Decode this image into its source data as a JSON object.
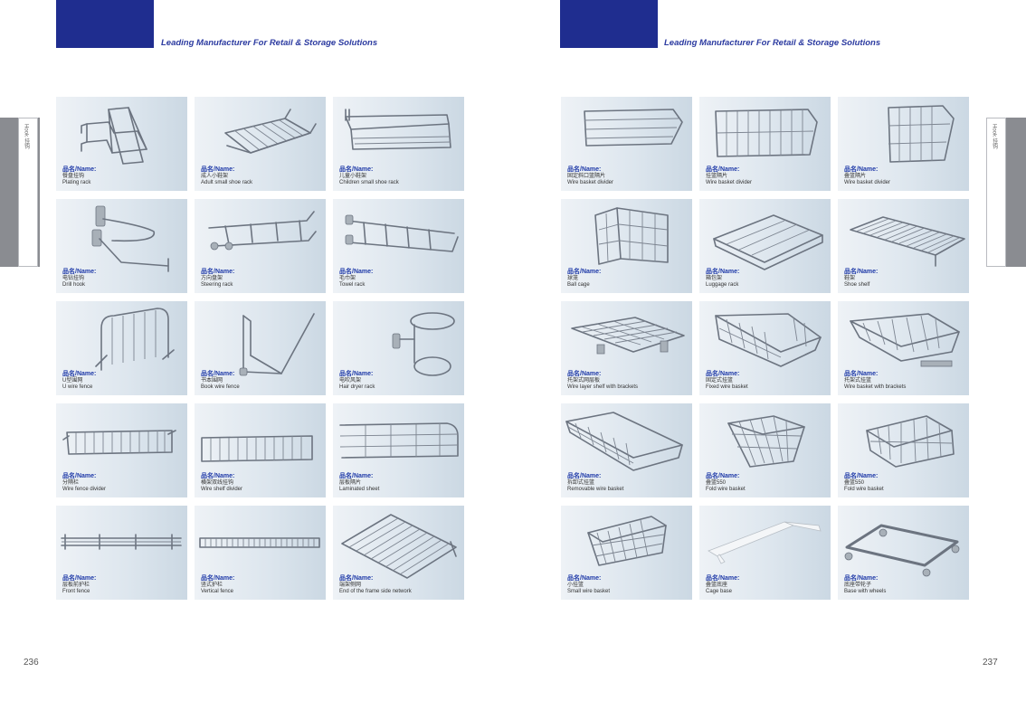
{
  "tagline": "Leading Manufacturer For Retail & Storage Solutions",
  "side_tab": "Hook\n挂钩",
  "caption_key": "品名/Name:",
  "left_page": {
    "page_number": "236",
    "products": [
      {
        "cn": "餐盘挂钩",
        "en": "Plating rack",
        "icon": "plating-rack"
      },
      {
        "cn": "成人小鞋架",
        "en": "Adult small shoe rack",
        "icon": "adult-shoe-rack"
      },
      {
        "cn": "儿童小鞋架",
        "en": "Children small shoe rack",
        "icon": "children-shoe-rack"
      },
      {
        "cn": "电钻挂钩",
        "en": "Drill hook",
        "icon": "drill-hook"
      },
      {
        "cn": "方向盘架",
        "en": "Steering rack",
        "icon": "steering-rack"
      },
      {
        "cn": "毛巾架",
        "en": "Towel rack",
        "icon": "towel-rack"
      },
      {
        "cn": "U型围网",
        "en": "U wire fence",
        "icon": "u-wire-fence"
      },
      {
        "cn": "书本围网",
        "en": "Book wire fence",
        "icon": "book-wire-fence"
      },
      {
        "cn": "电吹风架",
        "en": "Hair dryer rack",
        "icon": "hair-dryer-rack"
      },
      {
        "cn": "分隔栏",
        "en": "Wire fence divider",
        "icon": "wire-fence-divider"
      },
      {
        "cn": "横架双线挂钩",
        "en": "Wire shelf divider",
        "icon": "wire-shelf-divider"
      },
      {
        "cn": "层板隔片",
        "en": "Laminated sheet",
        "icon": "laminated-sheet"
      },
      {
        "cn": "层板前护栏",
        "en": "Front fence",
        "icon": "front-fence"
      },
      {
        "cn": "竖式护栏",
        "en": "Vertical fence",
        "icon": "vertical-fence"
      },
      {
        "cn": "端架侧网",
        "en": "End of the frame side network",
        "icon": "end-frame-side-network"
      }
    ]
  },
  "right_page": {
    "page_number": "237",
    "products": [
      {
        "cn": "固定斜口篮隔片",
        "en": "Wire basket divider",
        "icon": "wire-basket-divider-a"
      },
      {
        "cn": "挂篮隔片",
        "en": "Wire basket divider",
        "icon": "wire-basket-divider-b"
      },
      {
        "cn": "叠篮隔片",
        "en": "Wire basket divider",
        "icon": "wire-basket-divider-c"
      },
      {
        "cn": "球笼",
        "en": "Ball cage",
        "icon": "ball-cage"
      },
      {
        "cn": "箱包架",
        "en": "Luggage rack",
        "icon": "luggage-rack"
      },
      {
        "cn": "鞋架",
        "en": "Shoe shelf",
        "icon": "shoe-shelf"
      },
      {
        "cn": "托架式网层板",
        "en": "Wire layer shelf with brackets",
        "icon": "wire-layer-shelf"
      },
      {
        "cn": "固定式挂篮",
        "en": "Fixed wire basket",
        "icon": "fixed-wire-basket"
      },
      {
        "cn": "托架式挂篮",
        "en": "Wire basket with brackets",
        "icon": "wire-basket-brackets"
      },
      {
        "cn": "拆卸式挂篮",
        "en": "Removable wire basket",
        "icon": "removable-wire-basket"
      },
      {
        "cn": "叠篮550",
        "en": "Fold wire basket",
        "icon": "fold-wire-basket-a"
      },
      {
        "cn": "叠篮550",
        "en": "Fold wire basket",
        "icon": "fold-wire-basket-b"
      },
      {
        "cn": "小挂篮",
        "en": "Small wire basket",
        "icon": "small-wire-basket"
      },
      {
        "cn": "叠篮底座",
        "en": "Cage base",
        "icon": "cage-base"
      },
      {
        "cn": "底座带轮子",
        "en": "Base with wheels",
        "icon": "base-with-wheels"
      }
    ]
  }
}
